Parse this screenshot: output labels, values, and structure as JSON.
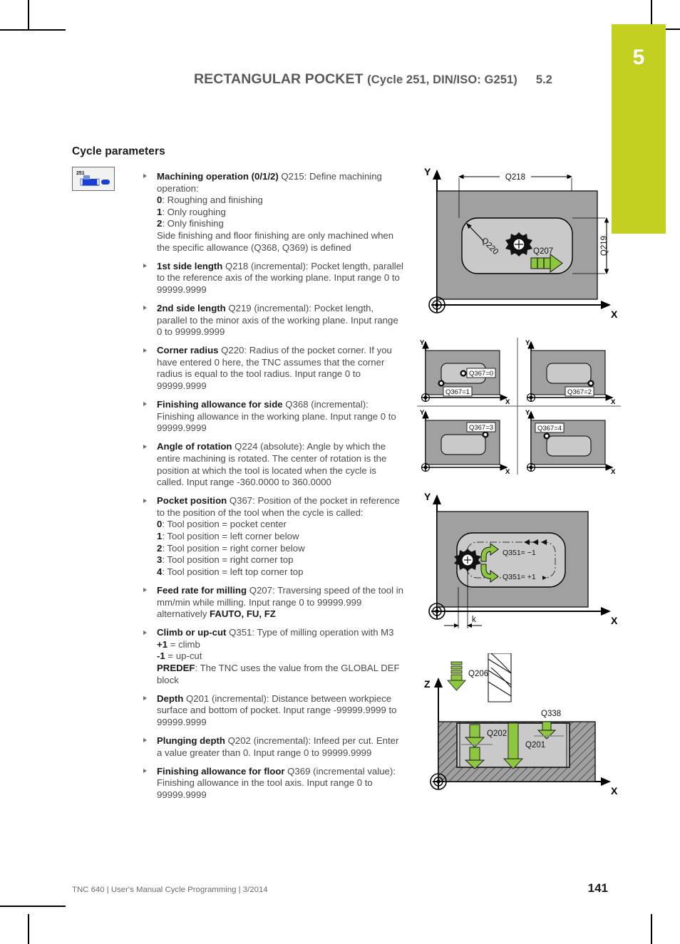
{
  "header": {
    "title_main": "RECTANGULAR POCKET ",
    "title_sub": "(Cycle 251, DIN/ISO: G251)",
    "section": "5.2",
    "chapter": "5"
  },
  "section_title": "Cycle parameters",
  "cycle_icon_label": "251",
  "parameters": [
    {
      "name": "Machining operation (0/1/2)",
      "code": " Q215",
      "desc": ": Define machining operation:",
      "options": [
        {
          "key": "0",
          "text": ": Roughing and finishing"
        },
        {
          "key": "1",
          "text": ": Only roughing"
        },
        {
          "key": "2",
          "text": ": Only finishing"
        }
      ],
      "tail": "Side finishing and floor finishing are only machined when the specific allowance (Q368, Q369) is defined"
    },
    {
      "name": "1st side length",
      "code": " Q218",
      "desc": " (incremental): Pocket length, parallel to the reference axis of the working plane. Input range 0 to 99999.9999"
    },
    {
      "name": "2nd side length",
      "code": " Q219",
      "desc": " (incremental): Pocket length, parallel to the minor axis of the working plane. Input range 0 to 99999.9999"
    },
    {
      "name": "Corner radius",
      "code": " Q220",
      "desc": ": Radius of the pocket corner. If you have entered 0 here, the TNC assumes that the corner radius is equal to the tool radius. Input range 0 to 99999.9999"
    },
    {
      "name": "Finishing allowance for side",
      "code": " Q368",
      "desc": " (incremental): Finishing allowance in the working plane. Input range 0 to 99999.9999"
    },
    {
      "name": "Angle of rotation",
      "code": " Q224",
      "desc": " (absolute): Angle by which the entire machining is rotated. The center of rotation is the position at which the tool is located when the cycle is called. Input range -360.0000 to 360.0000"
    },
    {
      "name": "Pocket position",
      "code": " Q367",
      "desc": ": Position of the pocket in reference to the position of the tool when the cycle is called:",
      "options": [
        {
          "key": "0",
          "text": ": Tool position = pocket center"
        },
        {
          "key": "1",
          "text": ": Tool position = left corner below"
        },
        {
          "key": "2",
          "text": ": Tool position = right corner below"
        },
        {
          "key": "3",
          "text": ": Tool position = right corner top"
        },
        {
          "key": "4",
          "text": ": Tool position = left top corner top"
        }
      ]
    },
    {
      "name": "Feed rate for milling",
      "code": " Q207",
      "desc": ": Traversing speed of the tool in mm/min while milling. Input range 0 to 99999.999 alternatively ",
      "bold_tail": "FAUTO, FU, FZ"
    },
    {
      "name": "Climb or up-cut",
      "code": " Q351",
      "desc": ": Type of milling operation with M3",
      "options": [
        {
          "key": "+1",
          "text": " = climb"
        },
        {
          "key": "-1",
          "text": " = up-cut"
        },
        {
          "key": "PREDEF",
          "text": ": The TNC uses the value from the GLOBAL DEF block"
        }
      ]
    },
    {
      "name": "Depth",
      "code": " Q201",
      "desc": " (incremental): Distance between workpiece surface and bottom of pocket. Input range -99999.9999 to 99999.9999"
    },
    {
      "name": "Plunging depth",
      "code": " Q202",
      "desc": " (incremental): Infeed per cut. Enter a value greater than 0. Input range 0 to 99999.9999"
    },
    {
      "name": "Finishing allowance for floor",
      "code": " Q369",
      "desc": " (incremental value): Finishing allowance in the tool axis. Input range 0 to 99999.9999"
    }
  ],
  "figures": {
    "fig1": {
      "name": "rectangular-pocket-top-view",
      "axis_y": "Y",
      "axis_x": "X",
      "labels": {
        "q218": "Q218",
        "q219": "Q219",
        "q220": "Q220",
        "q207": "Q207"
      }
    },
    "fig2": {
      "name": "pocket-position-variants",
      "axis_y": "Y",
      "axis_x": "X",
      "quadrants": [
        {
          "label_center": "Q367=0",
          "label_corner": "Q367=1"
        },
        {
          "label_corner": "Q367=2"
        },
        {
          "label_corner": "Q367=3"
        },
        {
          "label_corner": "Q367=4"
        }
      ]
    },
    "fig3": {
      "name": "climb-upcut-directions",
      "axis_y": "Y",
      "axis_x": "X",
      "labels": {
        "minus": "Q351= −1",
        "plus": "Q351= +1",
        "k": "k"
      }
    },
    "fig4": {
      "name": "plunging-depth-side-view",
      "axis_z": "Z",
      "axis_x": "X",
      "labels": {
        "q206": "Q206",
        "q338": "Q338",
        "q202": "Q202",
        "q201": "Q201"
      }
    }
  },
  "footer": {
    "left": "TNC 640 | User's Manual Cycle Programming | 3/2014",
    "page": "141"
  },
  "colors": {
    "chapter_tab": "#c3d021",
    "green": "#8dc63f",
    "gray_outer": "#a0a0a0",
    "gray_inner": "#c9c9c9",
    "icon_blue": "#1a3fd4"
  }
}
